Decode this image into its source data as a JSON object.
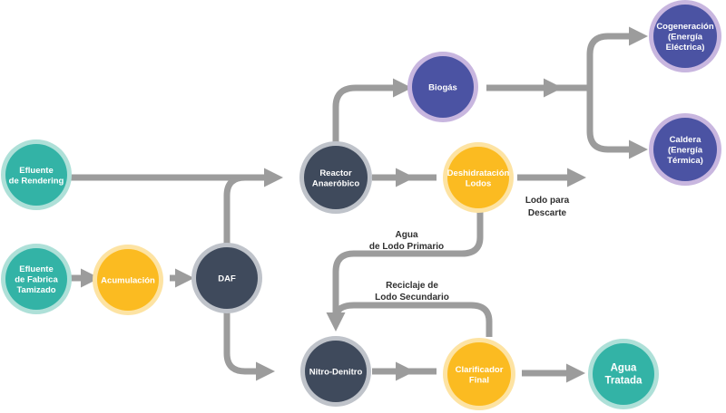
{
  "colors": {
    "arrow": "#9c9c9c",
    "teal": "#33b3a6",
    "teal_ring": "#aee0d8",
    "yellow": "#fbbb21",
    "yellow_ring": "#fde3a3",
    "dark": "#3f4a5c",
    "dark_ring": "#bfc3ca",
    "purple": "#4b53a3",
    "purple_ring": "#c8b6df",
    "label_dark": "#2f2f2f"
  },
  "nodes": {
    "efluente_rendering": {
      "lines": [
        "Efluente",
        "de Rendering"
      ],
      "style": "teal"
    },
    "efluente_fabrica": {
      "lines": [
        "Efluente",
        "de Fabrica",
        "Tamizado"
      ],
      "style": "teal"
    },
    "acumulacion": {
      "lines": [
        "Acumulación"
      ],
      "style": "yellow"
    },
    "daf": {
      "lines": [
        "DAF"
      ],
      "style": "dark"
    },
    "reactor": {
      "lines": [
        "Reactor",
        "Anaeróbico"
      ],
      "style": "dark"
    },
    "biogas": {
      "lines": [
        "Biogás"
      ],
      "style": "purple"
    },
    "cogeneracion": {
      "lines": [
        "Cogeneración",
        "(Energía",
        "Eléctrica)"
      ],
      "style": "purple"
    },
    "caldera": {
      "lines": [
        "Caldera",
        "(Energía",
        "Térmica)"
      ],
      "style": "purple"
    },
    "deshidratacion": {
      "lines": [
        "Deshidratación",
        "Lodos"
      ],
      "style": "yellow"
    },
    "nitro": {
      "lines": [
        "Nitro-Denitro"
      ],
      "style": "dark"
    },
    "clarificador": {
      "lines": [
        "Clarificador",
        "Final"
      ],
      "style": "yellow"
    },
    "agua_tratada": {
      "lines": [
        "Agua",
        "Tratada"
      ],
      "style": "teal"
    }
  },
  "edge_labels": {
    "lodo_descarte": [
      "Lodo para",
      "Descarte"
    ],
    "agua_lodo_primario": [
      "Agua",
      "de Lodo Primario"
    ],
    "reciclaje_lodo_secundario": [
      "Reciclaje de",
      "Lodo Secundario"
    ]
  }
}
